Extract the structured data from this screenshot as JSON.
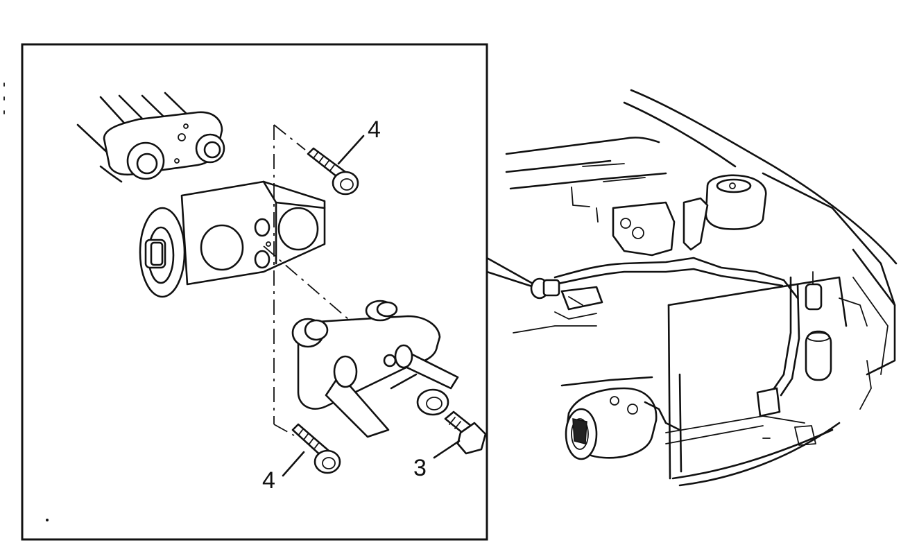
{
  "callouts": {
    "bolt_top": "4",
    "bolt_bottom": "4",
    "nut": "3"
  },
  "icons": {
    "detail_box": "inset-frame",
    "expansion_valve": "expansion-valve-block",
    "evaporator_fitting": "evaporator-tube-block",
    "line_fitting": "refrigerant-line-block",
    "vehicle_view": "engine-compartment"
  },
  "colors": {
    "ink": "#111111",
    "paper": "#ffffff"
  }
}
